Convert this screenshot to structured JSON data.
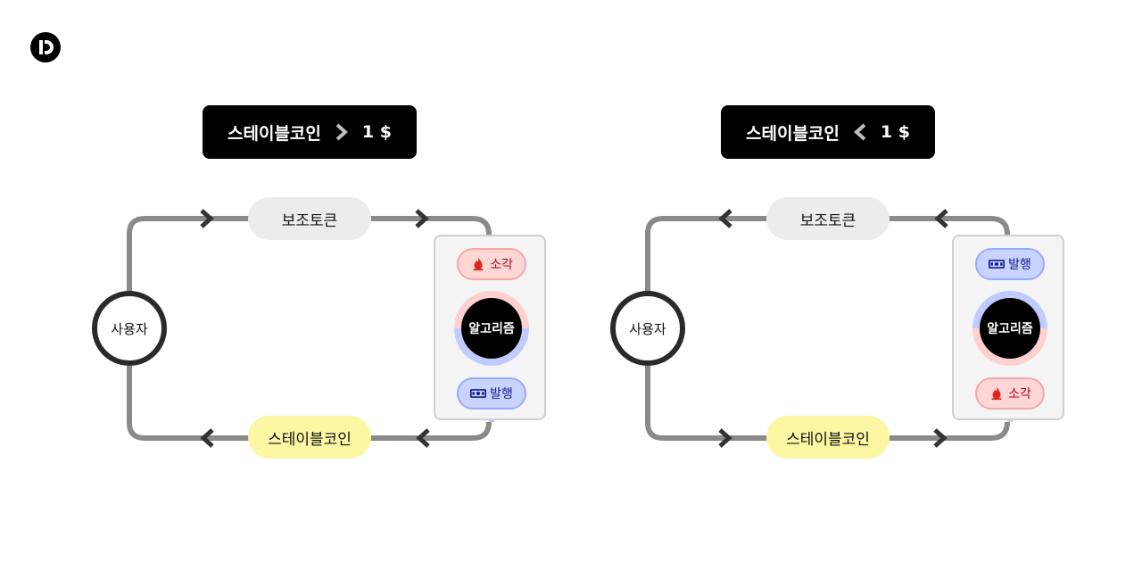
{
  "logo": {
    "icon": "brand-logo-icon"
  },
  "colors": {
    "line": "#8a8a8a",
    "burn": "#ffd6d6",
    "mint": "#c9d3ff",
    "stable": "#fdf6a3",
    "token": "#ececec"
  },
  "panels": [
    {
      "header": {
        "label": "스테이블코인",
        "comparator": "greater-than",
        "value": "1 $"
      },
      "token_label": "보조토큰",
      "stable_label": "스테이블코인",
      "user_label": "사용자",
      "algo_label": "알고리즘",
      "top_chip": {
        "kind": "burn",
        "label": "소각",
        "icon": "fire-icon"
      },
      "bottom_chip": {
        "kind": "mint",
        "label": "발행",
        "icon": "money-icon"
      },
      "flow_direction": "clockwise"
    },
    {
      "header": {
        "label": "스테이블코인",
        "comparator": "less-than",
        "value": "1 $"
      },
      "token_label": "보조토큰",
      "stable_label": "스테이블코인",
      "user_label": "사용자",
      "algo_label": "알고리즘",
      "top_chip": {
        "kind": "mint",
        "label": "발행",
        "icon": "money-icon"
      },
      "bottom_chip": {
        "kind": "burn",
        "label": "소각",
        "icon": "fire-icon"
      },
      "flow_direction": "counter-clockwise"
    }
  ]
}
